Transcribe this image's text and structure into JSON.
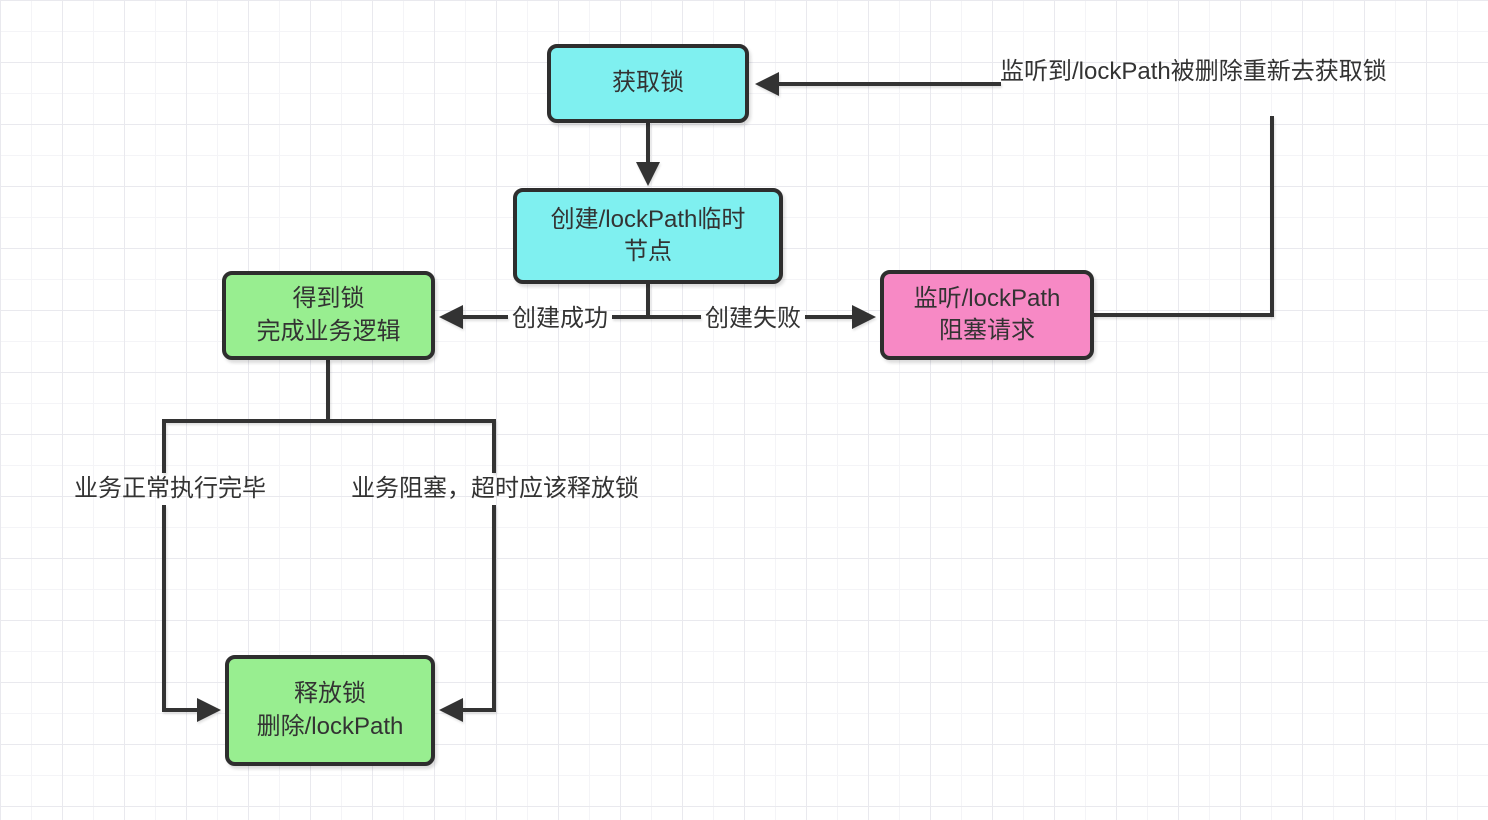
{
  "diagram": {
    "colors": {
      "line": "#333333",
      "node_border": "#2e2e2e",
      "node_text": "#333333",
      "cyan": "#7ff0f0",
      "green": "#98ee90",
      "pink": "#f789c5"
    },
    "nodes": [
      {
        "id": "acquire-lock",
        "fill": "#7ff0f0",
        "lines": [
          "获取锁"
        ]
      },
      {
        "id": "create-temp-node",
        "fill": "#7ff0f0",
        "lines": [
          "创建/lockPath临时",
          "节点"
        ]
      },
      {
        "id": "got-lock",
        "fill": "#98ee90",
        "lines": [
          "得到锁",
          "完成业务逻辑"
        ]
      },
      {
        "id": "listen-lockpath",
        "fill": "#f789c5",
        "lines": [
          "监听/lockPath",
          "阻塞请求"
        ]
      },
      {
        "id": "release-lock",
        "fill": "#98ee90",
        "lines": [
          "释放锁",
          "删除/lockPath"
        ]
      }
    ],
    "edge_labels": [
      {
        "id": "create-success",
        "text": "创建成功"
      },
      {
        "id": "create-fail",
        "text": "创建失败"
      },
      {
        "id": "relisten",
        "text": "监听到/lockPath被删除重新去获取锁"
      },
      {
        "id": "business-complete",
        "text": "业务正常执行完毕"
      },
      {
        "id": "business-timeout",
        "text": "业务阻塞，超时应该释放锁"
      }
    ]
  }
}
